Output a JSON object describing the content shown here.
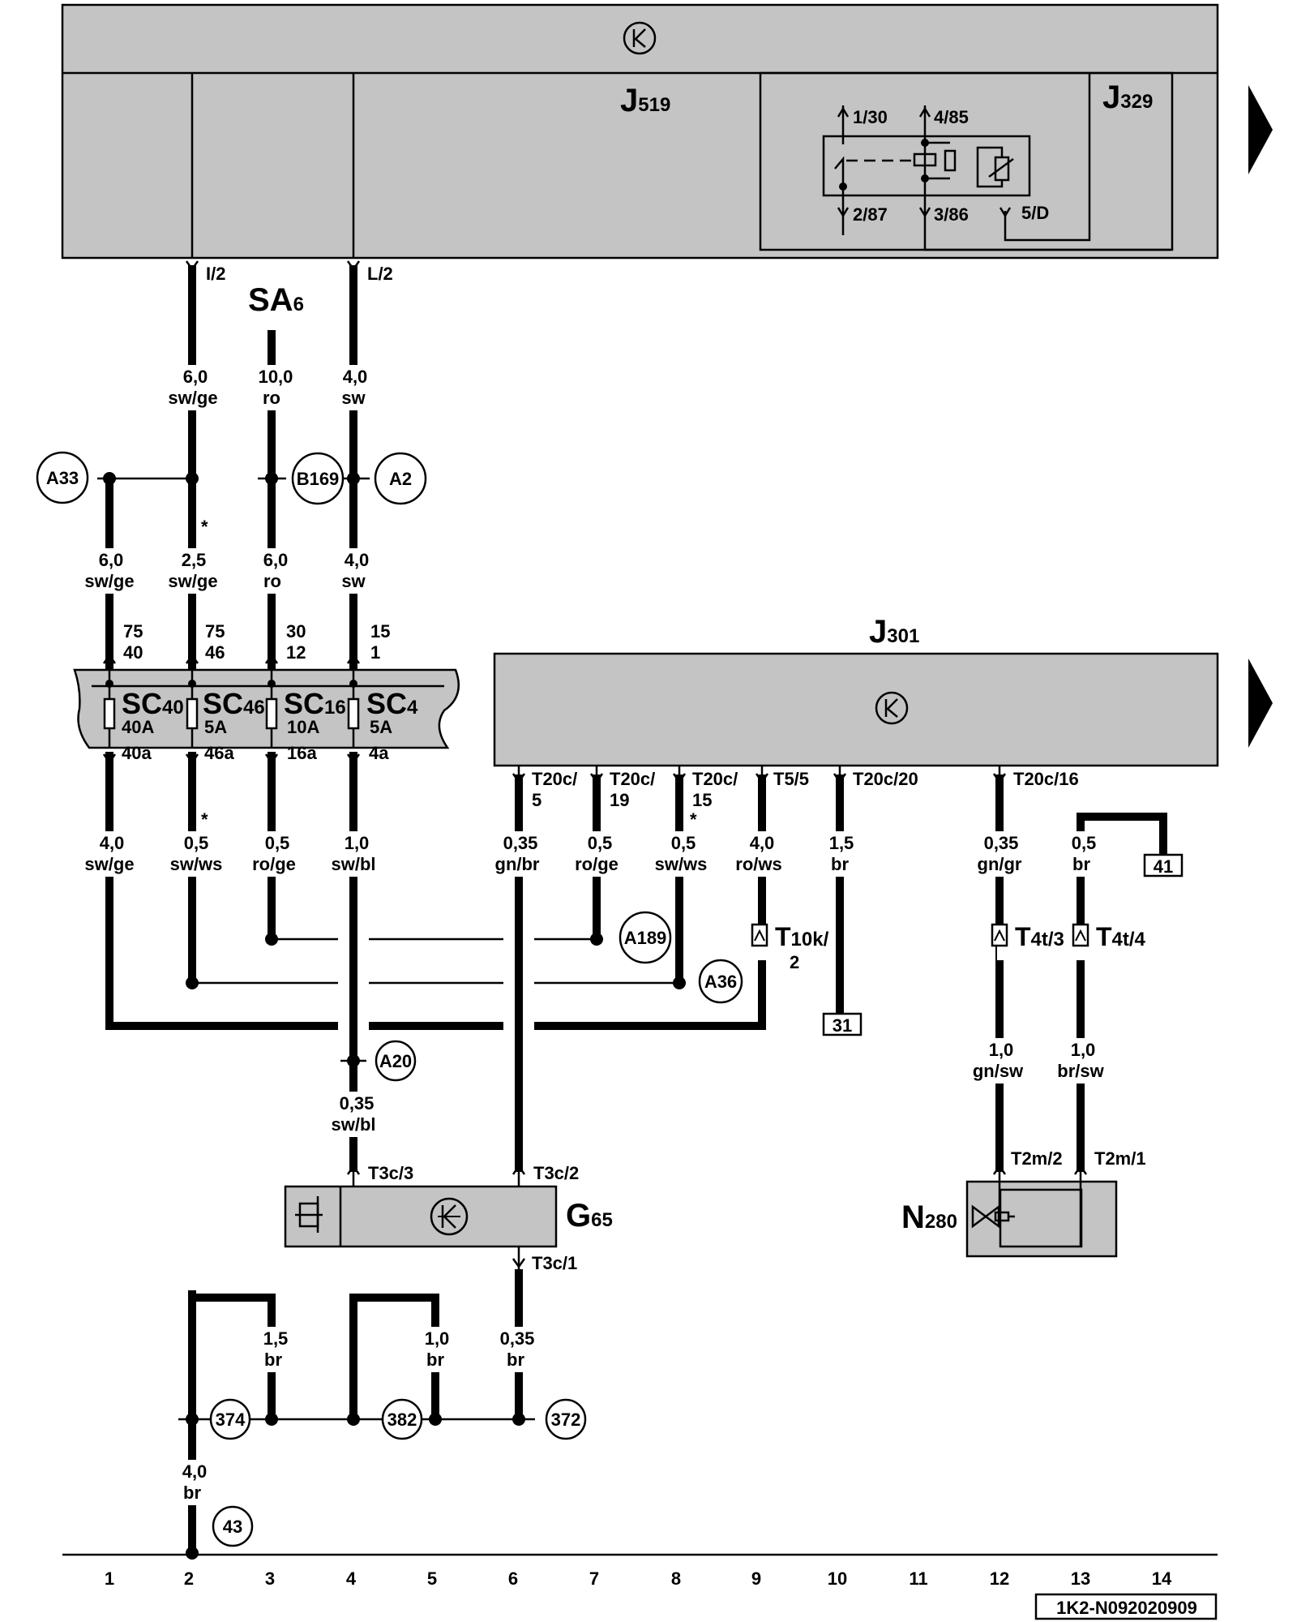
{
  "components": {
    "J519": {
      "letter": "J",
      "sub": "519"
    },
    "J329": {
      "letter": "J",
      "sub": "329"
    },
    "J301": {
      "letter": "J",
      "sub": "301"
    },
    "SA6": {
      "letter": "SA",
      "sub": "6"
    },
    "G65": {
      "letter": "G",
      "sub": "65"
    },
    "N280": {
      "letter": "N",
      "sub": "280"
    }
  },
  "relay_pins": [
    "1/30",
    "4/85",
    "2/87",
    "3/86",
    "5/D"
  ],
  "j519_pins": [
    "I/2",
    "L/2"
  ],
  "fuses": [
    {
      "letters": "SC",
      "num": "40",
      "rating": "40A",
      "in_top": "75",
      "in_bot": "40",
      "out": "40a"
    },
    {
      "letters": "SC",
      "num": "46",
      "rating": "5A",
      "in_top": "75",
      "in_bot": "46",
      "out": "46a"
    },
    {
      "letters": "SC",
      "num": "16",
      "rating": "10A",
      "in_top": "30",
      "in_bot": "12",
      "out": "16a"
    },
    {
      "letters": "SC",
      "num": "4",
      "rating": "5A",
      "in_top": "15",
      "in_bot": "1",
      "out": "4a"
    }
  ],
  "wires": [
    {
      "size": "6,0",
      "color": "sw/ge"
    },
    {
      "size": "10,0",
      "color": "ro"
    },
    {
      "size": "4,0",
      "color": "sw"
    },
    {
      "size": "6,0",
      "color": "sw/ge"
    },
    {
      "size": "2,5",
      "color": "sw/ge"
    },
    {
      "size": "6,0",
      "color": "ro"
    },
    {
      "size": "4,0",
      "color": "sw"
    },
    {
      "size": "4,0",
      "color": "sw/ge"
    },
    {
      "size": "0,5",
      "color": "sw/ws"
    },
    {
      "size": "0,5",
      "color": "ro/ge"
    },
    {
      "size": "1,0",
      "color": "sw/bl"
    },
    {
      "size": "0,35",
      "color": "gn/br"
    },
    {
      "size": "0,5",
      "color": "ro/ge"
    },
    {
      "size": "0,5",
      "color": "sw/ws"
    },
    {
      "size": "4,0",
      "color": "ro/ws"
    },
    {
      "size": "1,5",
      "color": "br"
    },
    {
      "size": "0,35",
      "color": "gn/gr"
    },
    {
      "size": "0,5",
      "color": "br"
    },
    {
      "size": "1,0",
      "color": "gn/sw"
    },
    {
      "size": "1,0",
      "color": "br/sw"
    },
    {
      "size": "0,35",
      "color": "sw/bl"
    },
    {
      "size": "1,5",
      "color": "br"
    },
    {
      "size": "1,0",
      "color": "br"
    },
    {
      "size": "0,35",
      "color": "br"
    },
    {
      "size": "4,0",
      "color": "br"
    }
  ],
  "j301_pins": [
    {
      "l1": "T20c/",
      "l2": "5"
    },
    {
      "l1": "T20c/",
      "l2": "19"
    },
    {
      "l1": "T20c/",
      "l2": "15"
    },
    {
      "l1": "T5/5",
      "l2": ""
    },
    {
      "l1": "T20c/20",
      "l2": ""
    },
    {
      "l1": "T20c/16",
      "l2": ""
    }
  ],
  "connectors": {
    "T10k": {
      "letter": "T",
      "sub": "10k/",
      "pin": "2"
    },
    "T4t3": {
      "letter": "T",
      "sub": "4t/3"
    },
    "T4t4": {
      "letter": "T",
      "sub": "4t/4"
    }
  },
  "g65_pins": [
    "T3c/3",
    "T3c/2",
    "T3c/1"
  ],
  "n280_pins": [
    "T2m/2",
    "T2m/1"
  ],
  "ground_refs": [
    "A33",
    "B169",
    "A2",
    "A189",
    "A36",
    "A20",
    "374",
    "382",
    "372",
    "43"
  ],
  "box_refs": [
    "41",
    "31"
  ],
  "asterisk": "*",
  "grid_numbers": [
    "1",
    "2",
    "3",
    "4",
    "5",
    "6",
    "7",
    "8",
    "9",
    "10",
    "11",
    "12",
    "13",
    "14"
  ],
  "doc_id": "1K2-N092020909"
}
